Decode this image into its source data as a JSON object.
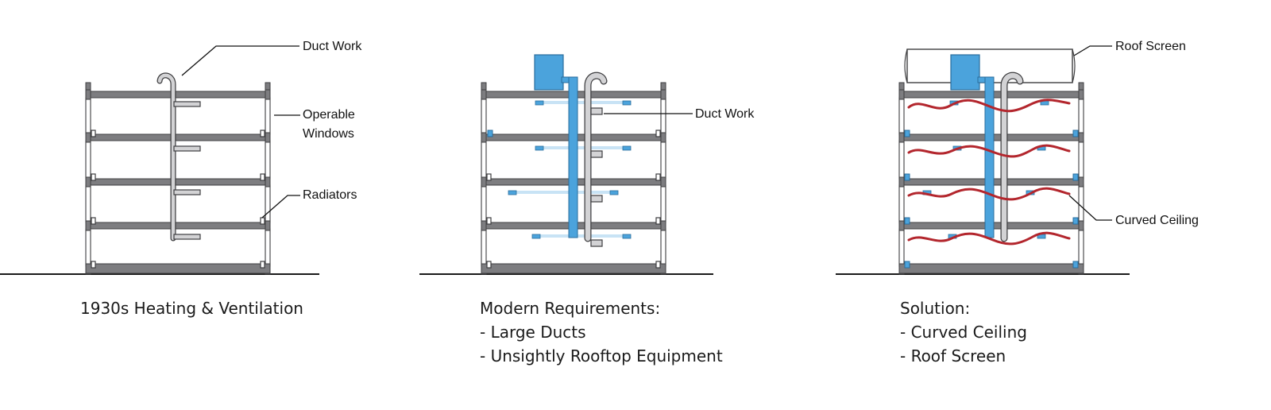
{
  "panel1": {
    "callouts": {
      "duct_work": "Duct Work",
      "operable_windows_line1": "Operable",
      "operable_windows_line2": "Windows",
      "radiators": "Radiators"
    },
    "caption": [
      "1930s Heating & Ventilation"
    ]
  },
  "panel2": {
    "callouts": {
      "duct_work": "Duct Work"
    },
    "caption": [
      "Modern Requirements:",
      "- Large Ducts",
      "- Unsightly Rooftop Equipment"
    ]
  },
  "panel3": {
    "callouts": {
      "roof_screen": "Roof Screen",
      "curved_ceiling": "Curved Ceiling"
    },
    "caption": [
      "Solution:",
      "- Curved Ceiling",
      "- Roof Screen"
    ]
  },
  "colors": {
    "structure": "#7d7d80",
    "structure_edge": "#3e3e40",
    "window": "#ffffff",
    "old_duct": "#d3d3d5",
    "new_duct": "#4ba3dc",
    "diffuser_glow": "#c8e3f5",
    "curved_ceiling": "#b3262d",
    "ground": "#1a1a1a"
  }
}
